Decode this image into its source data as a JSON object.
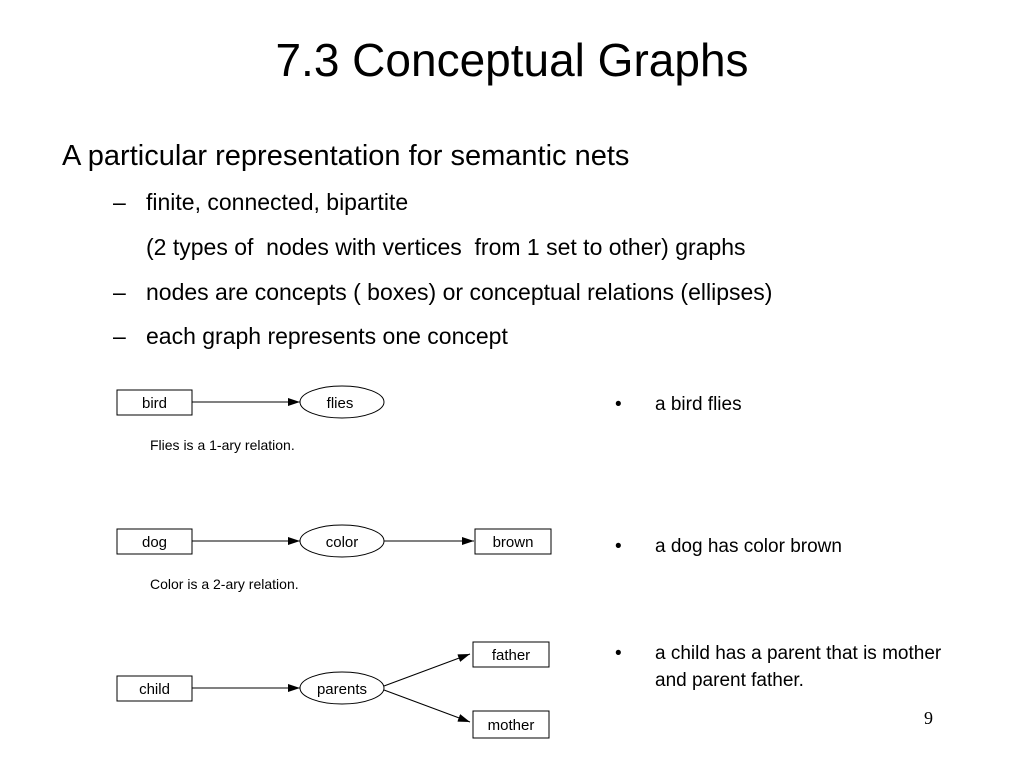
{
  "slide": {
    "title": "7.3 Conceptual Graphs",
    "main_point": "A particular representation for semantic nets",
    "dash_symbol": "–",
    "sub_points": [
      "finite, connected, bipartite",
      "(2 types of  nodes with vertices  from 1 set to other) graphs",
      "nodes are concepts ( boxes) or conceptual relations (ellipses)",
      "each graph represents one concept"
    ],
    "page_number": "9"
  },
  "diagrams": {
    "flies": {
      "concept": "bird",
      "relation": "flies",
      "caption": "Flies is a 1-ary relation."
    },
    "color": {
      "concept": "dog",
      "relation": "color",
      "target": "brown",
      "caption": "Color is a 2-ary relation."
    },
    "parents": {
      "concept": "child",
      "relation": "parents",
      "target1": "father",
      "target2": "mother"
    }
  },
  "bullets": {
    "symbol": "•",
    "items": [
      "a bird flies",
      "a dog has color brown",
      "a child has a parent that is mother and parent father."
    ]
  }
}
